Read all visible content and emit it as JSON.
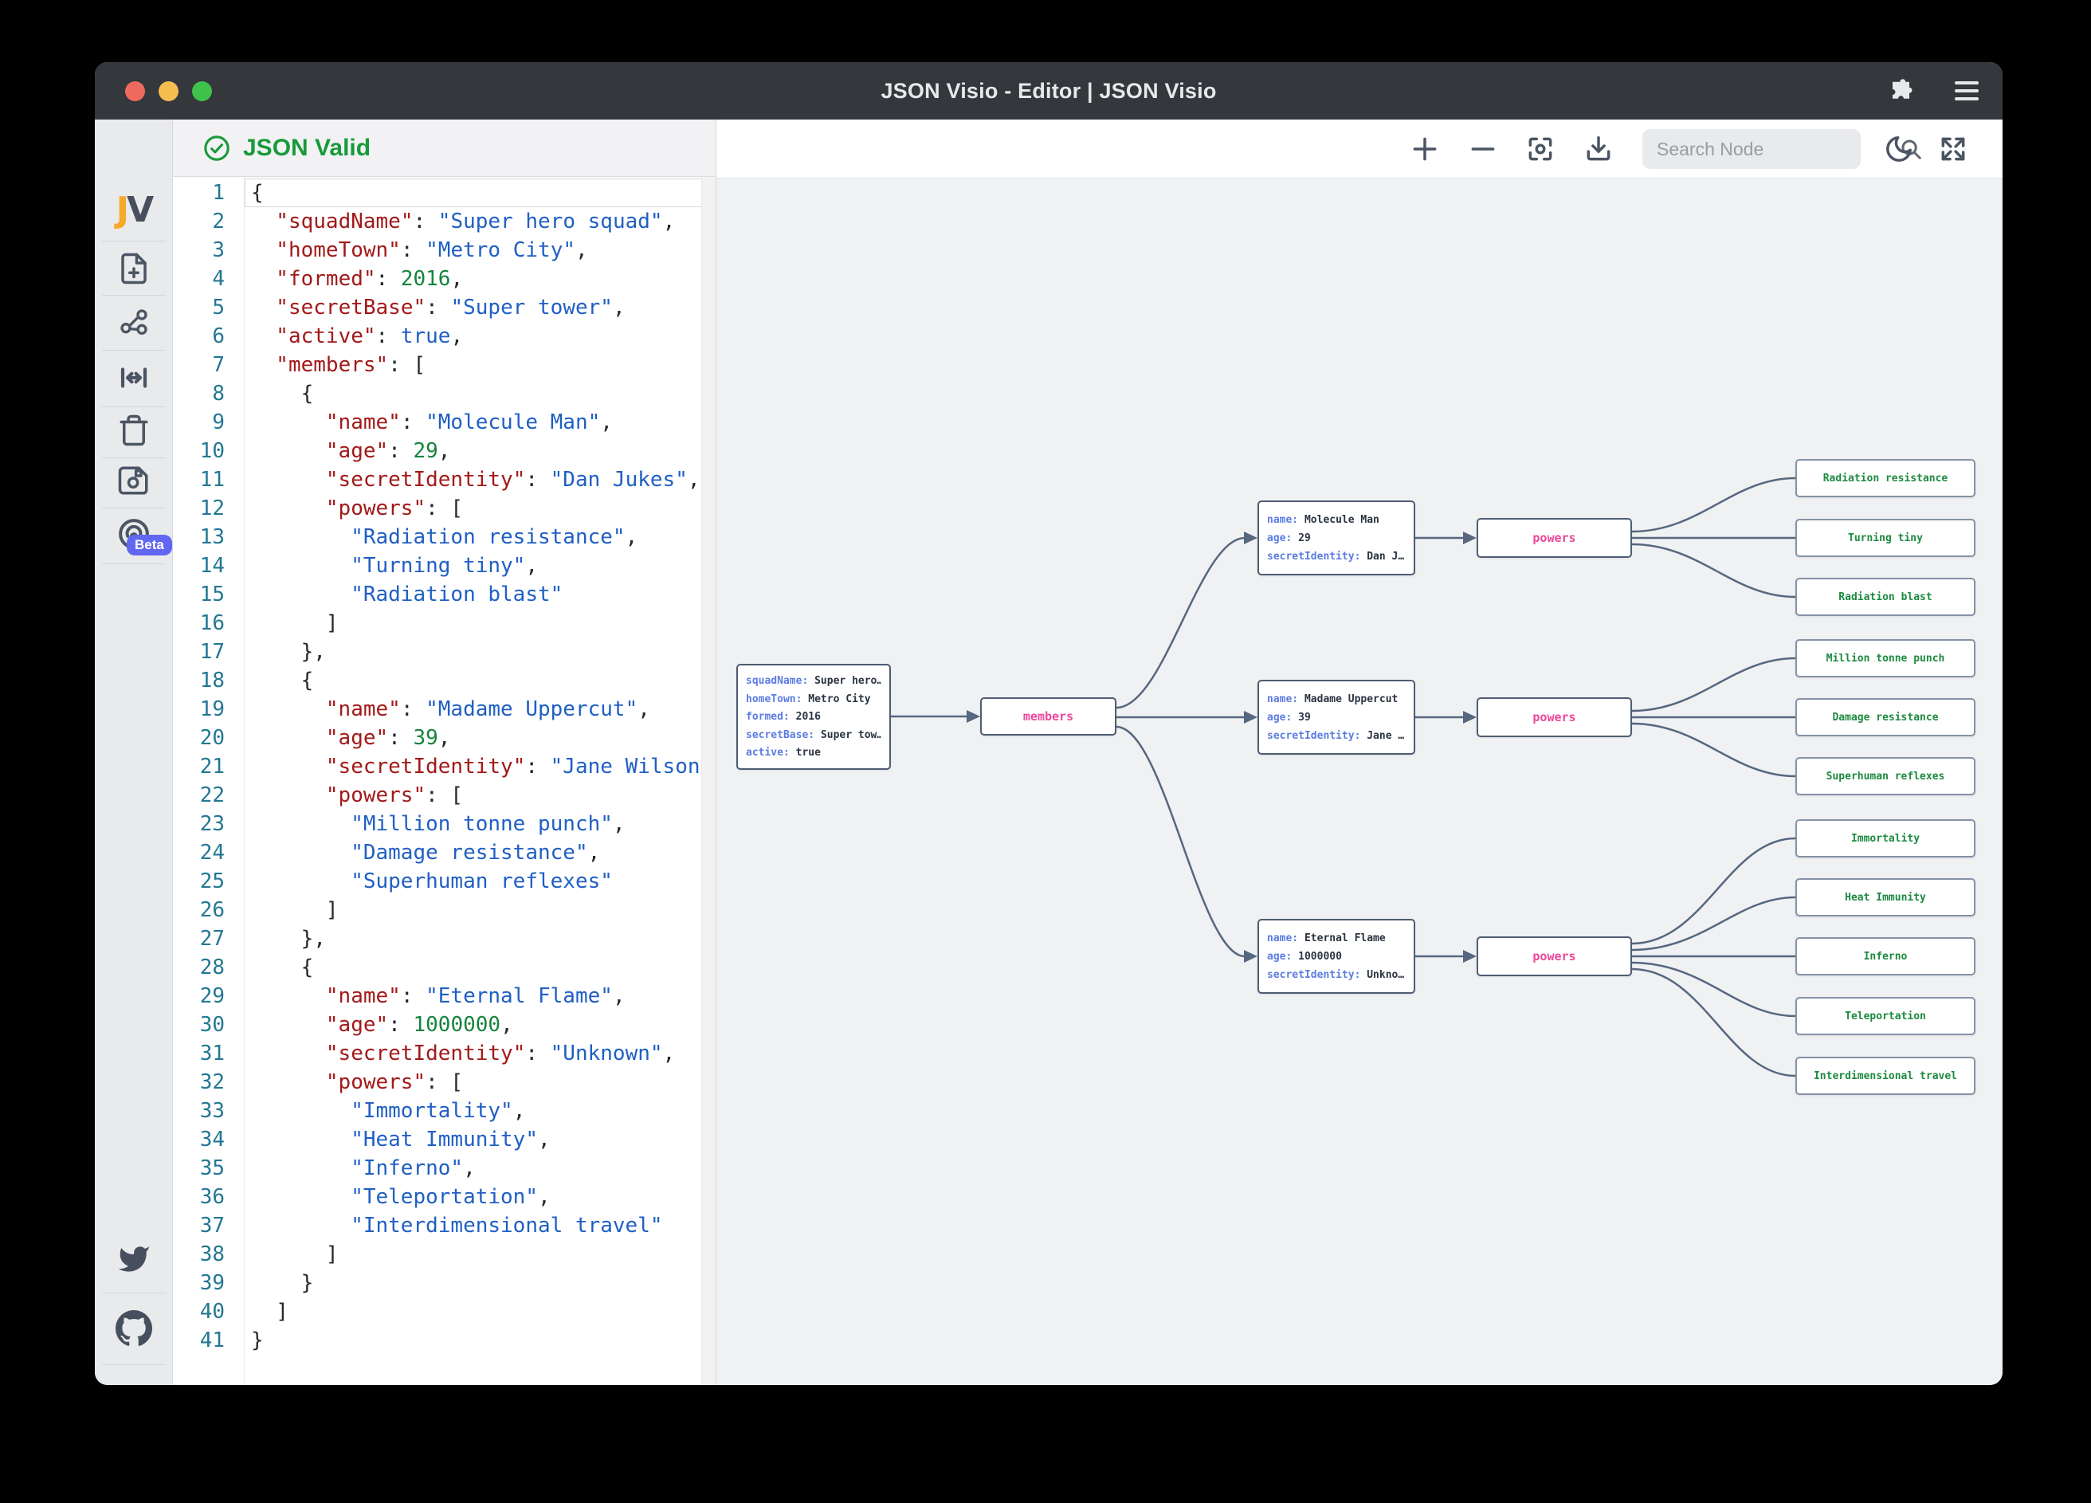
{
  "window": {
    "title": "JSON Visio - Editor | JSON Visio"
  },
  "validation": {
    "status": "JSON Valid"
  },
  "sidebar": {
    "logo_j": "J",
    "logo_v": "V",
    "beta_label": "Beta",
    "icons": [
      "new-document-icon",
      "share-graph-icon",
      "fit-width-icon",
      "trash-icon",
      "save-icon",
      "live-target-icon",
      "twitter-icon",
      "github-icon",
      "patreon-icon"
    ]
  },
  "titlebar_icons": [
    "extensions-puzzle-icon",
    "menu-hamburger-icon"
  ],
  "toolbar": {
    "search_placeholder": "Search Node",
    "icons": [
      "zoom-in-icon",
      "zoom-out-icon",
      "focus-center-icon",
      "download-icon",
      "search-icon",
      "dark-mode-moon-icon",
      "fullscreen-expand-icon"
    ]
  },
  "colors": {
    "valid_green": "#189a3a",
    "logo_orange": "#f7a929",
    "beta_indigo": "#6267f1",
    "node_key_blue": "#5b7ce2",
    "node_label_pink": "#ec4899",
    "leaf_green": "#1d8a3f",
    "edge_slate": "#56677f",
    "code_key_red": "#a31919",
    "code_string_blue": "#1f5fc4",
    "code_number_green": "#16843c",
    "line_number_teal": "#237893",
    "titlebar": "#34373c"
  },
  "editor": {
    "lines": [
      [
        0,
        [
          [
            "p",
            "{"
          ]
        ]
      ],
      [
        1,
        [
          [
            "k",
            "\"squadName\""
          ],
          [
            "p",
            ": "
          ],
          [
            "s",
            "\"Super hero squad\""
          ],
          [
            "p",
            ","
          ]
        ]
      ],
      [
        1,
        [
          [
            "k",
            "\"homeTown\""
          ],
          [
            "p",
            ": "
          ],
          [
            "s",
            "\"Metro City\""
          ],
          [
            "p",
            ","
          ]
        ]
      ],
      [
        1,
        [
          [
            "k",
            "\"formed\""
          ],
          [
            "p",
            ": "
          ],
          [
            "n",
            "2016"
          ],
          [
            "p",
            ","
          ]
        ]
      ],
      [
        1,
        [
          [
            "k",
            "\"secretBase\""
          ],
          [
            "p",
            ": "
          ],
          [
            "s",
            "\"Super tower\""
          ],
          [
            "p",
            ","
          ]
        ]
      ],
      [
        1,
        [
          [
            "k",
            "\"active\""
          ],
          [
            "p",
            ": "
          ],
          [
            "b",
            "true"
          ],
          [
            "p",
            ","
          ]
        ]
      ],
      [
        1,
        [
          [
            "k",
            "\"members\""
          ],
          [
            "p",
            ": ["
          ]
        ]
      ],
      [
        2,
        [
          [
            "p",
            "{"
          ]
        ]
      ],
      [
        3,
        [
          [
            "k",
            "\"name\""
          ],
          [
            "p",
            ": "
          ],
          [
            "s",
            "\"Molecule Man\""
          ],
          [
            "p",
            ","
          ]
        ]
      ],
      [
        3,
        [
          [
            "k",
            "\"age\""
          ],
          [
            "p",
            ": "
          ],
          [
            "n",
            "29"
          ],
          [
            "p",
            ","
          ]
        ]
      ],
      [
        3,
        [
          [
            "k",
            "\"secretIdentity\""
          ],
          [
            "p",
            ": "
          ],
          [
            "s",
            "\"Dan Jukes\""
          ],
          [
            "p",
            ","
          ]
        ]
      ],
      [
        3,
        [
          [
            "k",
            "\"powers\""
          ],
          [
            "p",
            ": ["
          ]
        ]
      ],
      [
        4,
        [
          [
            "s",
            "\"Radiation resistance\""
          ],
          [
            "p",
            ","
          ]
        ]
      ],
      [
        4,
        [
          [
            "s",
            "\"Turning tiny\""
          ],
          [
            "p",
            ","
          ]
        ]
      ],
      [
        4,
        [
          [
            "s",
            "\"Radiation blast\""
          ]
        ]
      ],
      [
        3,
        [
          [
            "p",
            "]"
          ]
        ]
      ],
      [
        2,
        [
          [
            "p",
            "},"
          ]
        ]
      ],
      [
        2,
        [
          [
            "p",
            "{"
          ]
        ]
      ],
      [
        3,
        [
          [
            "k",
            "\"name\""
          ],
          [
            "p",
            ": "
          ],
          [
            "s",
            "\"Madame Uppercut\""
          ],
          [
            "p",
            ","
          ]
        ]
      ],
      [
        3,
        [
          [
            "k",
            "\"age\""
          ],
          [
            "p",
            ": "
          ],
          [
            "n",
            "39"
          ],
          [
            "p",
            ","
          ]
        ]
      ],
      [
        3,
        [
          [
            "k",
            "\"secretIdentity\""
          ],
          [
            "p",
            ": "
          ],
          [
            "s",
            "\"Jane Wilson\""
          ],
          [
            "p",
            ","
          ]
        ]
      ],
      [
        3,
        [
          [
            "k",
            "\"powers\""
          ],
          [
            "p",
            ": ["
          ]
        ]
      ],
      [
        4,
        [
          [
            "s",
            "\"Million tonne punch\""
          ],
          [
            "p",
            ","
          ]
        ]
      ],
      [
        4,
        [
          [
            "s",
            "\"Damage resistance\""
          ],
          [
            "p",
            ","
          ]
        ]
      ],
      [
        4,
        [
          [
            "s",
            "\"Superhuman reflexes\""
          ]
        ]
      ],
      [
        3,
        [
          [
            "p",
            "]"
          ]
        ]
      ],
      [
        2,
        [
          [
            "p",
            "},"
          ]
        ]
      ],
      [
        2,
        [
          [
            "p",
            "{"
          ]
        ]
      ],
      [
        3,
        [
          [
            "k",
            "\"name\""
          ],
          [
            "p",
            ": "
          ],
          [
            "s",
            "\"Eternal Flame\""
          ],
          [
            "p",
            ","
          ]
        ]
      ],
      [
        3,
        [
          [
            "k",
            "\"age\""
          ],
          [
            "p",
            ": "
          ],
          [
            "n",
            "1000000"
          ],
          [
            "p",
            ","
          ]
        ]
      ],
      [
        3,
        [
          [
            "k",
            "\"secretIdentity\""
          ],
          [
            "p",
            ": "
          ],
          [
            "s",
            "\"Unknown\""
          ],
          [
            "p",
            ","
          ]
        ]
      ],
      [
        3,
        [
          [
            "k",
            "\"powers\""
          ],
          [
            "p",
            ": ["
          ]
        ]
      ],
      [
        4,
        [
          [
            "s",
            "\"Immortality\""
          ],
          [
            "p",
            ","
          ]
        ]
      ],
      [
        4,
        [
          [
            "s",
            "\"Heat Immunity\""
          ],
          [
            "p",
            ","
          ]
        ]
      ],
      [
        4,
        [
          [
            "s",
            "\"Inferno\""
          ],
          [
            "p",
            ","
          ]
        ]
      ],
      [
        4,
        [
          [
            "s",
            "\"Teleportation\""
          ],
          [
            "p",
            ","
          ]
        ]
      ],
      [
        4,
        [
          [
            "s",
            "\"Interdimensional travel\""
          ]
        ]
      ],
      [
        3,
        [
          [
            "p",
            "]"
          ]
        ]
      ],
      [
        2,
        [
          [
            "p",
            "}"
          ]
        ]
      ],
      [
        1,
        [
          [
            "p",
            "]"
          ]
        ]
      ],
      [
        0,
        [
          [
            "p",
            "}"
          ]
        ]
      ]
    ]
  },
  "graph": {
    "root_node": {
      "rows": [
        [
          "squadName:",
          "Super hero…"
        ],
        [
          "homeTown:",
          "Metro City"
        ],
        [
          "formed:",
          "2016"
        ],
        [
          "secretBase:",
          "Super tow…"
        ],
        [
          "active:",
          "true"
        ]
      ]
    },
    "members_label": "members",
    "members": [
      {
        "rows": [
          [
            "name:",
            "Molecule Man"
          ],
          [
            "age:",
            "29"
          ],
          [
            "secretIdentity:",
            "Dan J…"
          ]
        ],
        "powers_label": "powers",
        "powers": [
          "Radiation resistance",
          "Turning tiny",
          "Radiation blast"
        ]
      },
      {
        "rows": [
          [
            "name:",
            "Madame Uppercut"
          ],
          [
            "age:",
            "39"
          ],
          [
            "secretIdentity:",
            "Jane …"
          ]
        ],
        "powers_label": "powers",
        "powers": [
          "Million tonne punch",
          "Damage resistance",
          "Superhuman reflexes"
        ]
      },
      {
        "rows": [
          [
            "name:",
            "Eternal Flame"
          ],
          [
            "age:",
            "1000000"
          ],
          [
            "secretIdentity:",
            "Unkno…"
          ]
        ],
        "powers_label": "powers",
        "powers": [
          "Immortality",
          "Heat Immunity",
          "Inferno",
          "Teleportation",
          "Interdimensional travel"
        ]
      }
    ]
  }
}
